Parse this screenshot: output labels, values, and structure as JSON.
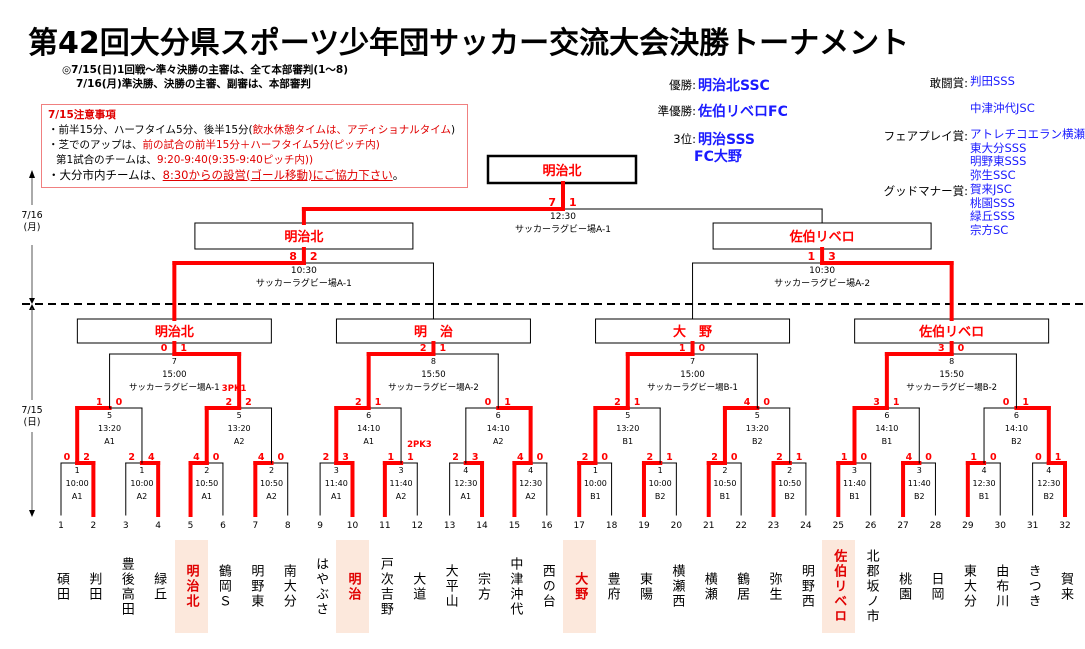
{
  "title": "第42回大分県スポーツ少年団サッカー交流大会決勝トーナメント",
  "notes": [
    "◎7/15(日)1回戦～準々決勝の主審は、全て本部審判(1～8)",
    "7/16(月)準決勝、決勝の主審、副審は、本部審判"
  ],
  "caution": {
    "heading": "7/15注意事項",
    "line1_black": "・前半15分、ハーフタイム5分、後半15分(",
    "line1_red": "飲水休憩タイムは、アディショナルタイム",
    "line1_end": ")",
    "line2_black": "・芝でのアップは、",
    "line2_red": "前の試合の前半15分＋ハーフタイム5分(ピッチ内)",
    "line3_black": "第1試合のチームは、",
    "line3_red": "9:20-9:40(9:35-9:40ピッチ内))",
    "line4_black": "・大分市内チームは、",
    "line4_red": "8:30からの設営(ゴール移動)にご協力下さい",
    "line4_end": "。"
  },
  "results": {
    "champion_label": "優勝:",
    "champion": "明治北SSC",
    "runnerup_label": "準優勝:",
    "runnerup": "佐伯リベロFC",
    "third_label": "3位:",
    "third": [
      "明治SSS",
      "FC大野"
    ]
  },
  "awards": {
    "fighting_label": "敢闘賞:",
    "fighting": [
      "判田SSS",
      "中津沖代JSC"
    ],
    "fairplay_label": "フェアプレイ賞:",
    "fairplay": [
      "アトレチコエラン横瀬",
      "東大分SSS",
      "明野東SSS",
      "弥生SSC"
    ],
    "manner_label": "グッドマナー賞:",
    "manner": [
      "賀来JSC",
      "桃園SSS",
      "緑丘SSS",
      "宗方SC"
    ]
  },
  "dates": {
    "day2": [
      "7/16",
      "(月)"
    ],
    "day1": [
      "7/15",
      "(日)"
    ]
  },
  "accent_red": "#ff0000",
  "highlight_bg": "#fce8dc",
  "winner_boxes": {
    "champion": "明治北",
    "sf": [
      "明治北",
      "佐伯リベロ"
    ],
    "qf": [
      "明治北",
      "明　治",
      "大　野",
      "佐伯リベロ"
    ]
  },
  "final": {
    "score": [
      "7",
      "1"
    ],
    "time": "12:30",
    "venue": "サッカーラグビー場A-1",
    "winner": 0
  },
  "semifinals": [
    {
      "score": [
        "8",
        "2"
      ],
      "time": "10:30",
      "venue": "サッカーラグビー場A-1",
      "winner": 0
    },
    {
      "score": [
        "1",
        "3"
      ],
      "time": "10:30",
      "venue": "サッカーラグビー場A-2",
      "winner": 1
    }
  ],
  "quarterfinals": [
    {
      "score": [
        "0",
        "1"
      ],
      "no": "7",
      "time": "15:00",
      "venue": "サッカーラグビー場A-1",
      "winner": 1,
      "pk": "3PK1"
    },
    {
      "score": [
        "2",
        "1"
      ],
      "no": "8",
      "time": "15:50",
      "venue": "サッカーラグビー場A-2",
      "winner": 0,
      "pk": ""
    },
    {
      "score": [
        "1",
        "0"
      ],
      "no": "7",
      "time": "15:00",
      "venue": "サッカーラグビー場B-1",
      "winner": 0,
      "pk": ""
    },
    {
      "score": [
        "3",
        "0"
      ],
      "no": "8",
      "time": "15:50",
      "venue": "サッカーラグビー場B-2",
      "winner": 0,
      "pk": ""
    }
  ],
  "round2": [
    {
      "score": [
        "1",
        "0"
      ],
      "no": "5",
      "time": "13:20",
      "field": "A1",
      "winner": 0,
      "pk": ""
    },
    {
      "score": [
        "2",
        "2"
      ],
      "no": "5",
      "time": "13:20",
      "field": "A2",
      "winner": 0,
      "pk": ""
    },
    {
      "score": [
        "2",
        "1"
      ],
      "no": "6",
      "time": "14:10",
      "field": "A1",
      "winner": 0,
      "pk": ""
    },
    {
      "score": [
        "0",
        "1"
      ],
      "no": "6",
      "time": "14:10",
      "field": "A2",
      "winner": 1,
      "pk": ""
    },
    {
      "score": [
        "2",
        "1"
      ],
      "no": "5",
      "time": "13:20",
      "field": "B1",
      "winner": 0,
      "pk": ""
    },
    {
      "score": [
        "4",
        "0"
      ],
      "no": "5",
      "time": "13:20",
      "field": "B2",
      "winner": 0,
      "pk": ""
    },
    {
      "score": [
        "3",
        "1"
      ],
      "no": "6",
      "time": "14:10",
      "field": "B1",
      "winner": 0,
      "pk": ""
    },
    {
      "score": [
        "0",
        "1"
      ],
      "no": "6",
      "time": "14:10",
      "field": "B2",
      "winner": 1,
      "pk": ""
    }
  ],
  "round1": [
    {
      "score": [
        "0",
        "2"
      ],
      "no": "1",
      "time": "10:00",
      "field": "A1",
      "winner": 1,
      "pk": ""
    },
    {
      "score": [
        "2",
        "4"
      ],
      "no": "1",
      "time": "10:00",
      "field": "A2",
      "winner": 1,
      "pk": ""
    },
    {
      "score": [
        "4",
        "0"
      ],
      "no": "2",
      "time": "10:50",
      "field": "A1",
      "winner": 0,
      "pk": ""
    },
    {
      "score": [
        "4",
        "0"
      ],
      "no": "2",
      "time": "10:50",
      "field": "A2",
      "winner": 0,
      "pk": ""
    },
    {
      "score": [
        "2",
        "3"
      ],
      "no": "3",
      "time": "11:40",
      "field": "A1",
      "winner": 1,
      "pk": ""
    },
    {
      "score": [
        "1",
        "1"
      ],
      "no": "3",
      "time": "11:40",
      "field": "A2",
      "winner": 0,
      "pk": "2PK3"
    },
    {
      "score": [
        "2",
        "3"
      ],
      "no": "4",
      "time": "12:30",
      "field": "A1",
      "winner": 1,
      "pk": ""
    },
    {
      "score": [
        "4",
        "0"
      ],
      "no": "4",
      "time": "12:30",
      "field": "A2",
      "winner": 0,
      "pk": ""
    },
    {
      "score": [
        "2",
        "0"
      ],
      "no": "1",
      "time": "10:00",
      "field": "B1",
      "winner": 0,
      "pk": ""
    },
    {
      "score": [
        "2",
        "1"
      ],
      "no": "1",
      "time": "10:00",
      "field": "B2",
      "winner": 0,
      "pk": ""
    },
    {
      "score": [
        "2",
        "0"
      ],
      "no": "2",
      "time": "10:50",
      "field": "B1",
      "winner": 0,
      "pk": ""
    },
    {
      "score": [
        "2",
        "1"
      ],
      "no": "2",
      "time": "10:50",
      "field": "B2",
      "winner": 0,
      "pk": ""
    },
    {
      "score": [
        "1",
        "0"
      ],
      "no": "3",
      "time": "11:40",
      "field": "B1",
      "winner": 0,
      "pk": ""
    },
    {
      "score": [
        "4",
        "0"
      ],
      "no": "3",
      "time": "11:40",
      "field": "B2",
      "winner": 0,
      "pk": ""
    },
    {
      "score": [
        "1",
        "0"
      ],
      "no": "4",
      "time": "12:30",
      "field": "B1",
      "winner": 0,
      "pk": ""
    },
    {
      "score": [
        "0",
        "1"
      ],
      "no": "4",
      "time": "12:30",
      "field": "B2",
      "winner": 1,
      "pk": ""
    }
  ],
  "teams": [
    {
      "no": "1",
      "name": "碩田"
    },
    {
      "no": "2",
      "name": "判田"
    },
    {
      "no": "3",
      "name": "豊後高田"
    },
    {
      "no": "4",
      "name": "緑丘"
    },
    {
      "no": "5",
      "name": "明治北",
      "highlight": true
    },
    {
      "no": "6",
      "name": "鶴岡Ｓ"
    },
    {
      "no": "7",
      "name": "明野東"
    },
    {
      "no": "8",
      "name": "南大分"
    },
    {
      "no": "9",
      "name": "はやぶさ"
    },
    {
      "no": "10",
      "name": "明治",
      "highlight": true
    },
    {
      "no": "11",
      "name": "戸次吉野"
    },
    {
      "no": "12",
      "name": "大道"
    },
    {
      "no": "13",
      "name": "大平山"
    },
    {
      "no": "14",
      "name": "宗方"
    },
    {
      "no": "15",
      "name": "中津沖代"
    },
    {
      "no": "16",
      "name": "西の台"
    },
    {
      "no": "17",
      "name": "大野",
      "highlight": true
    },
    {
      "no": "18",
      "name": "豊府"
    },
    {
      "no": "19",
      "name": "東陽"
    },
    {
      "no": "20",
      "name": "横瀬西"
    },
    {
      "no": "21",
      "name": "横瀬"
    },
    {
      "no": "22",
      "name": "鶴居"
    },
    {
      "no": "23",
      "name": "弥生"
    },
    {
      "no": "24",
      "name": "明野西"
    },
    {
      "no": "25",
      "name": "佐伯リベロ",
      "highlight": true
    },
    {
      "no": "26",
      "name": "北郡坂ノ市"
    },
    {
      "no": "27",
      "name": "桃園"
    },
    {
      "no": "28",
      "name": "日岡"
    },
    {
      "no": "29",
      "name": "東大分"
    },
    {
      "no": "30",
      "name": "由布川"
    },
    {
      "no": "31",
      "name": "きつき"
    },
    {
      "no": "32",
      "name": "賀来"
    }
  ]
}
